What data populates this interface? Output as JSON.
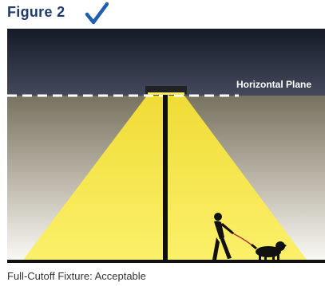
{
  "figure": {
    "title": "Figure 2",
    "status_icon": "checkmark-icon",
    "horizontal_label": "Horizontal Plane",
    "caption": "Full-Cutoff Fixture: Acceptable"
  },
  "colors": {
    "title": "#1f3b6e",
    "check": "#1f5fb0",
    "sky_top": "#1a1f2e",
    "sky_mid": "#3a4152",
    "ground_top": "#6f6a5f",
    "ground_bottom": "#fafaf6",
    "light": "#f4e244",
    "silhouette": "#111111"
  }
}
